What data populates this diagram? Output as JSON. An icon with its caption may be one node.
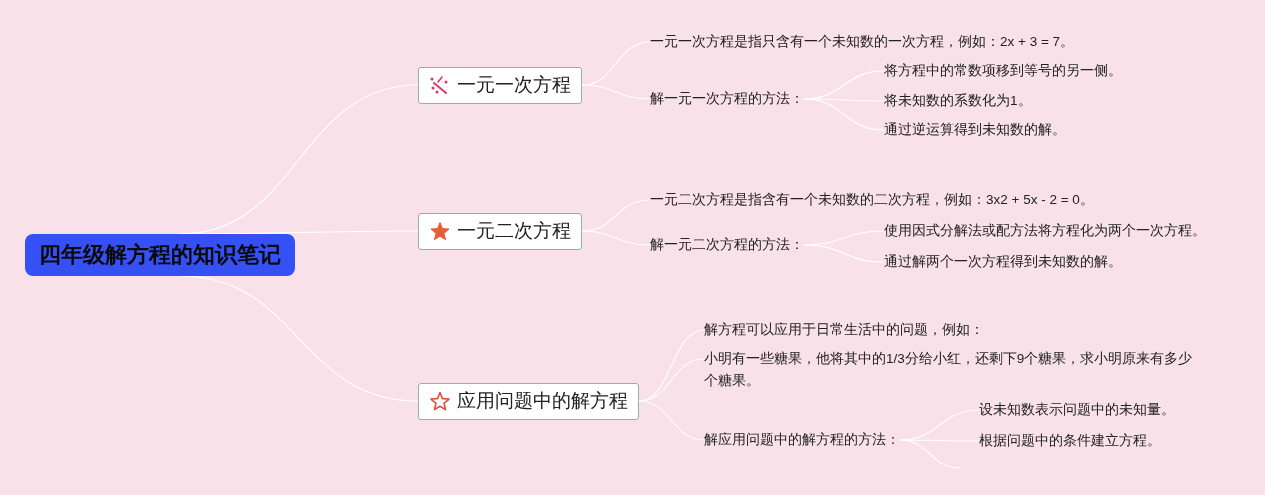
{
  "diagram": {
    "nodes": [
      {
        "text": [
          "四年级解方程的知识笔记"
        ]
      },
      {
        "text": [
          "一元一次方程"
        ]
      },
      {
        "text": [
          "一元一次方程是指只含有一个未知数的一次方程，例如：2x + 3 = 7。"
        ]
      },
      {
        "text": [
          "解一元一次方程的方法："
        ]
      },
      {
        "text": [
          "将方程中的常数项移到等号的另一侧。"
        ]
      },
      {
        "text": [
          "将未知数的系数化为1。"
        ]
      },
      {
        "text": [
          "通过逆运算得到未知数的解。"
        ]
      },
      {
        "text": [
          "一元二次方程"
        ]
      },
      {
        "text": [
          "一元二次方程是指含有一个未知数的二次方程，例如：3x2 + 5x - 2 = 0。"
        ]
      },
      {
        "text": [
          "解一元二次方程的方法："
        ]
      },
      {
        "text": [
          "使用因式分解法或配方法将方程化为两个一次方程。"
        ]
      },
      {
        "text": [
          "通过解两个一次方程得到未知数的解。"
        ]
      },
      {
        "text": [
          "应用问题中的解方程"
        ]
      },
      {
        "text": [
          "解方程可以应用于日常生活中的问题，例如："
        ]
      },
      {
        "text": [
          "小明有一些糖果，他将其中的1/3分给小红，还剩下9个糖果，求小明原来有多少个糖果。"
        ]
      },
      {
        "text": [
          "解应用问题中的解方程的方法："
        ]
      },
      {
        "text": [
          "设未知数表示问题中的未知量。"
        ]
      },
      {
        "text": [
          "根据问题中的条件建立方程。"
        ]
      }
    ],
    "edges": [
      {
        "from": 0,
        "to": 1,
        "arrow": "none"
      },
      {
        "from": 0,
        "to": 7,
        "arrow": "none"
      },
      {
        "from": 0,
        "to": 12,
        "arrow": "none"
      },
      {
        "from": 1,
        "to": 2,
        "arrow": "none"
      },
      {
        "from": 1,
        "to": 3,
        "arrow": "none"
      },
      {
        "from": 3,
        "to": 4,
        "arrow": "none"
      },
      {
        "from": 3,
        "to": 5,
        "arrow": "none"
      },
      {
        "from": 3,
        "to": 6,
        "arrow": "none"
      },
      {
        "from": 7,
        "to": 8,
        "arrow": "none"
      },
      {
        "from": 7,
        "to": 9,
        "arrow": "none"
      },
      {
        "from": 9,
        "to": 10,
        "arrow": "none"
      },
      {
        "from": 9,
        "to": 11,
        "arrow": "none"
      },
      {
        "from": 12,
        "to": 13,
        "arrow": "none"
      },
      {
        "from": 12,
        "to": 14,
        "arrow": "none"
      },
      {
        "from": 12,
        "to": 15,
        "arrow": "none"
      },
      {
        "from": 15,
        "to": 16,
        "arrow": "none"
      },
      {
        "from": 15,
        "to": 17,
        "arrow": "none"
      },
      {
        "from": 15,
        "to": null,
        "arrow": "none"
      }
    ]
  }
}
